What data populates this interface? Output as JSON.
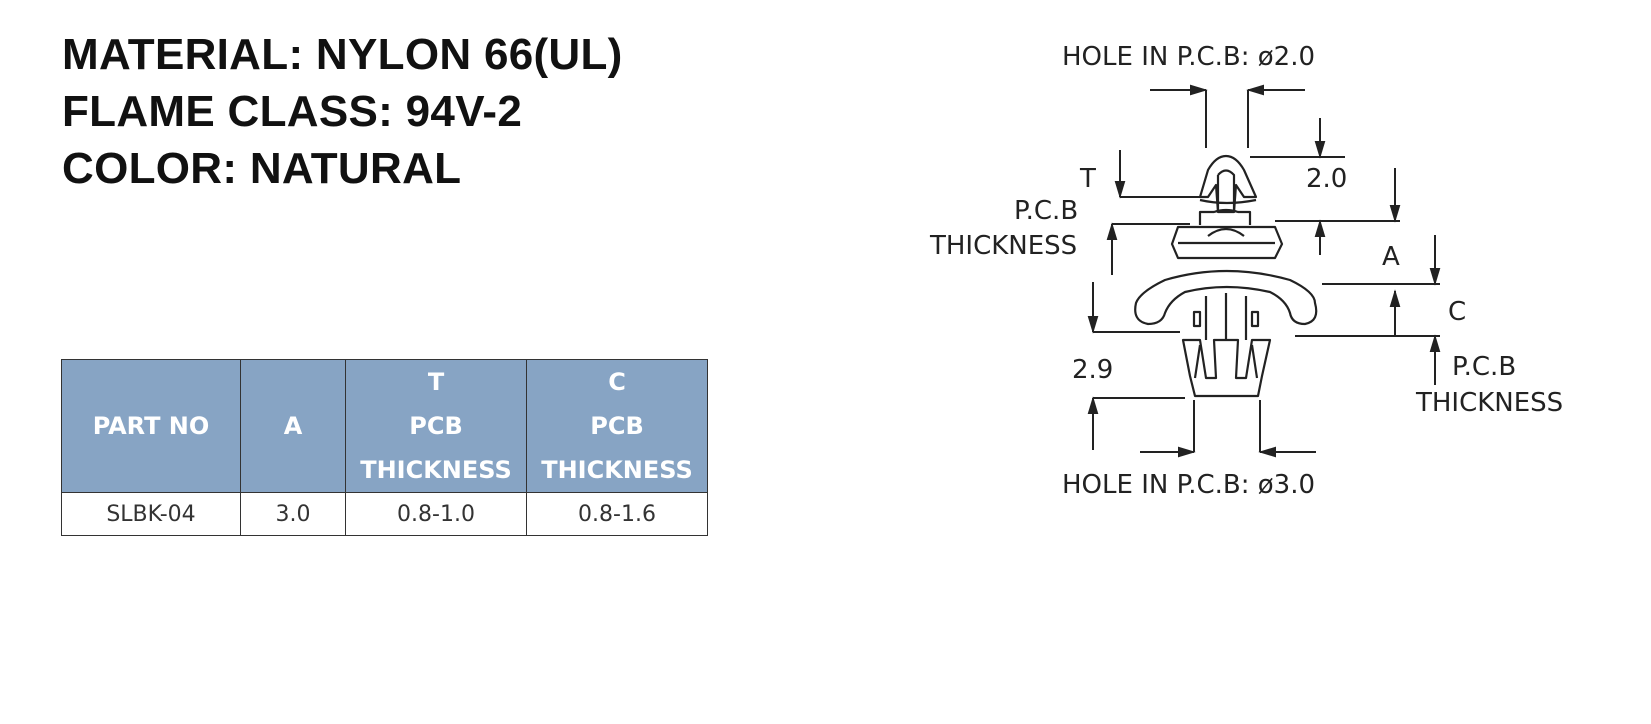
{
  "specs": {
    "material": "MATERIAL: NYLON 66(UL)",
    "flame_class": "FLAME CLASS: 94V-2",
    "color": "COLOR: NATURAL"
  },
  "table": {
    "headers": [
      {
        "line1": "",
        "line2": "PART NO",
        "line3": ""
      },
      {
        "line1": "",
        "line2": "A",
        "line3": ""
      },
      {
        "line1": "T",
        "line2": "PCB",
        "line3": "THICKNESS"
      },
      {
        "line1": "C",
        "line2": "PCB",
        "line3": "THICKNESS"
      }
    ],
    "rows": [
      [
        "SLBK-04",
        "3.0",
        "0.8-1.0",
        "0.8-1.6"
      ]
    ]
  },
  "drawing": {
    "top_hole": "HOLE  IN  P.C.B:  ø2.0",
    "bottom_hole": "HOLE  IN  P.C.B:  ø3.0",
    "dim_top": "2.0",
    "dim_left": "2.9",
    "label_t": "T",
    "label_a": "A",
    "label_c": "C",
    "pcb_left_line1": "P.C.B",
    "pcb_left_line2": "THICKNESS",
    "pcb_right_line1": "P.C.B",
    "pcb_right_line2": "THICKNESS"
  },
  "colors": {
    "header_bg": "#87a4c4",
    "line": "#333333"
  }
}
